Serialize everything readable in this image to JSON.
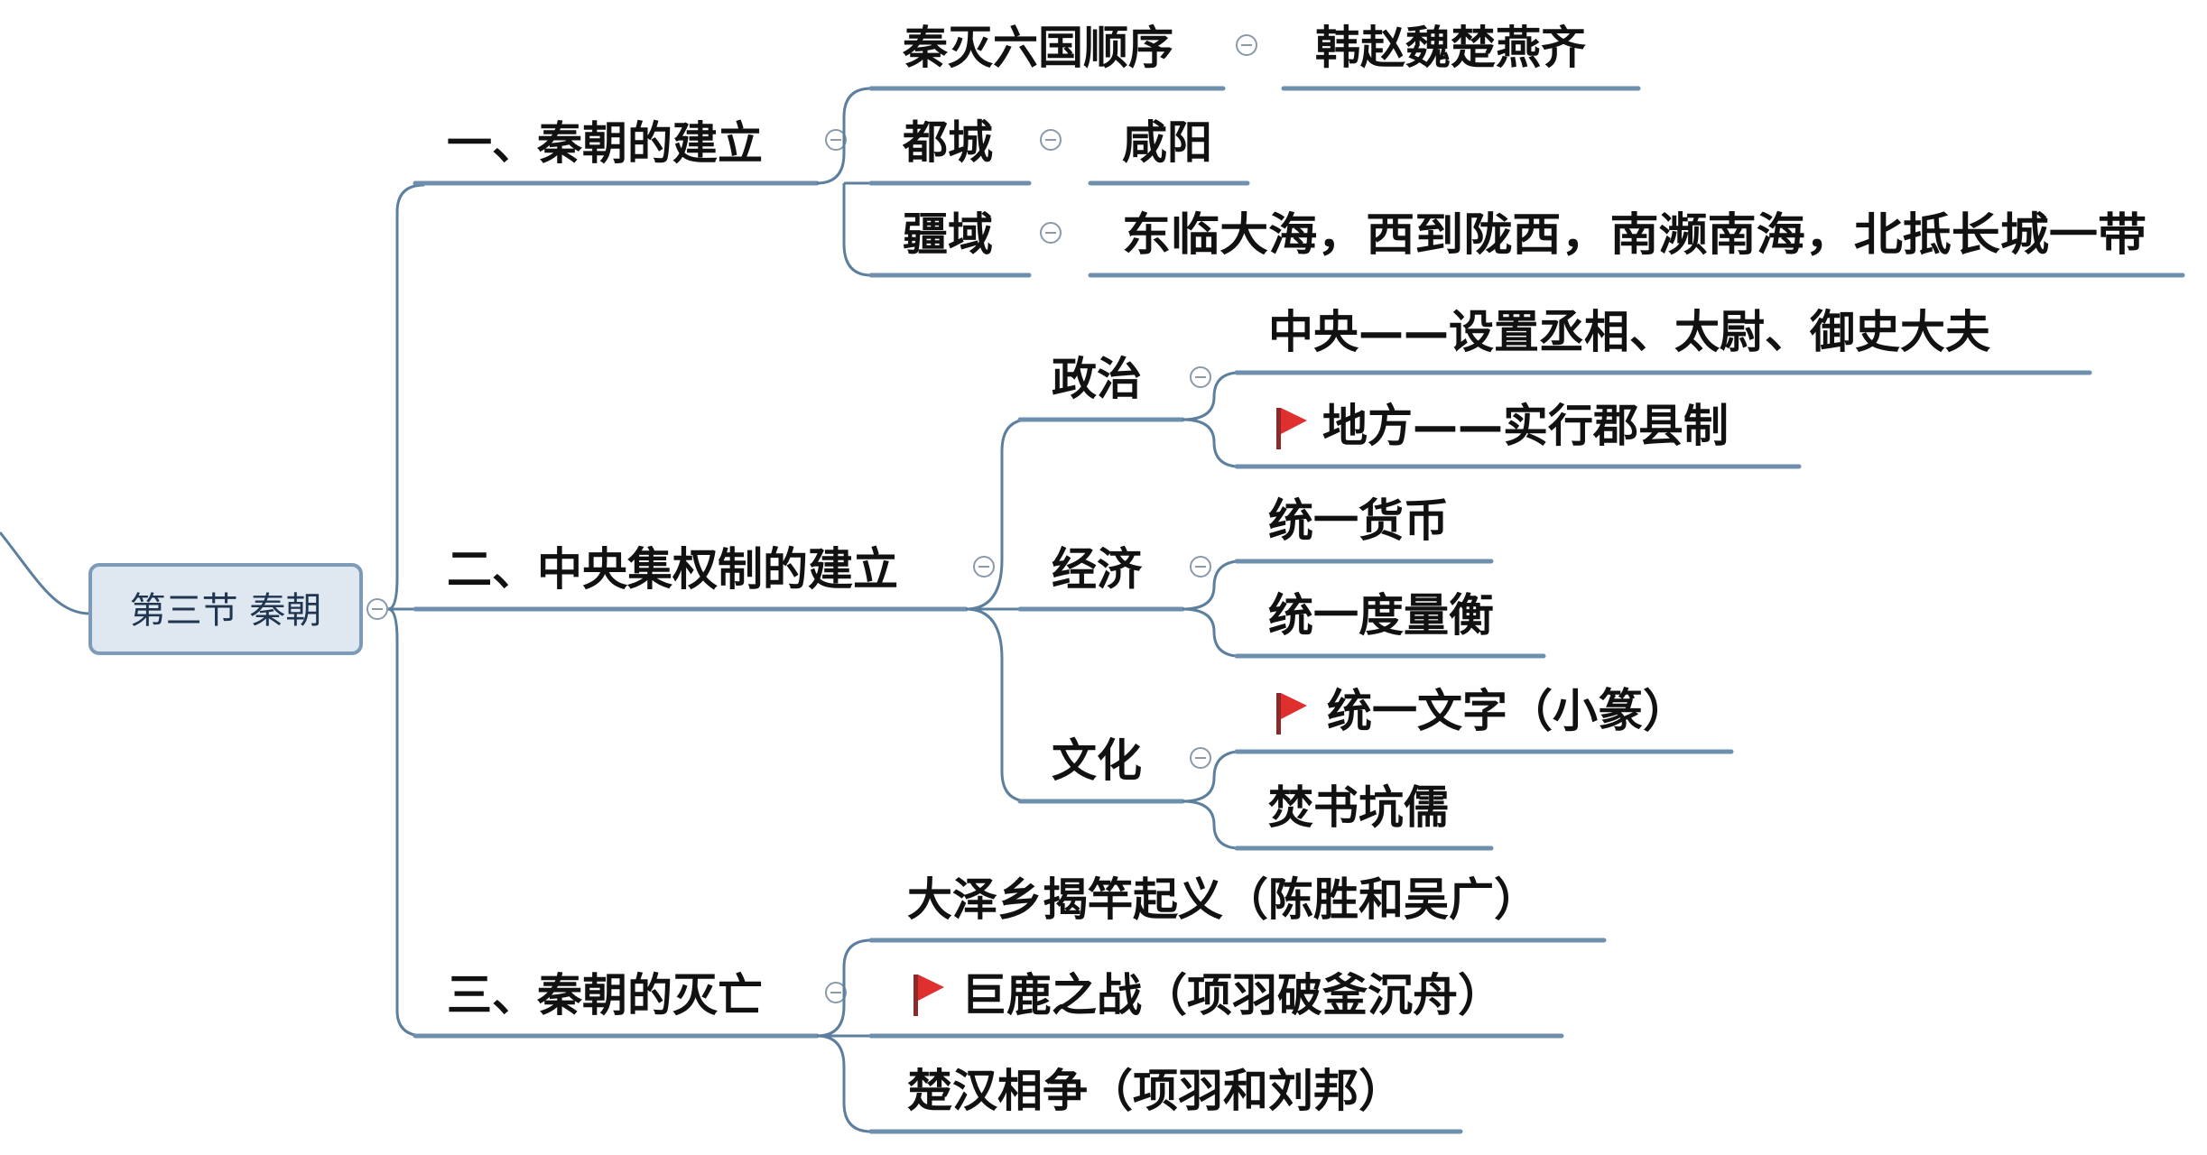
{
  "root": {
    "label": "第三节 秦朝"
  },
  "branches": [
    {
      "label": "一、秦朝的建立",
      "children": [
        {
          "label": "秦灭六国顺序",
          "children": [
            {
              "label": "韩赵魏楚燕齐"
            }
          ]
        },
        {
          "label": "都城",
          "children": [
            {
              "label": "咸阳"
            }
          ]
        },
        {
          "label": "疆域",
          "children": [
            {
              "label": "东临大海，西到陇西，南濒南海，北抵长城一带"
            }
          ]
        }
      ]
    },
    {
      "label": "二、中央集权制的建立",
      "children": [
        {
          "label": "政治",
          "children": [
            {
              "label": "中央——设置丞相、太尉、御史大夫",
              "flag": false
            },
            {
              "label": "地方——实行郡县制",
              "flag": true
            }
          ]
        },
        {
          "label": "经济",
          "children": [
            {
              "label": "统一货币",
              "flag": false
            },
            {
              "label": "统一度量衡",
              "flag": false
            }
          ]
        },
        {
          "label": "文化",
          "children": [
            {
              "label": "统一文字（小篆）",
              "flag": true
            },
            {
              "label": "焚书坑儒",
              "flag": false
            }
          ]
        }
      ]
    },
    {
      "label": "三、秦朝的灭亡",
      "children": [
        {
          "label": "大泽乡揭竿起义（陈胜和吴广）",
          "flag": false
        },
        {
          "label": "巨鹿之战（项羽破釜沉舟）",
          "flag": true
        },
        {
          "label": "楚汉相争（项羽和刘邦）",
          "flag": false
        }
      ]
    }
  ],
  "colors": {
    "connector": "#5d7f9e",
    "underline": "#6f8fae",
    "root_fill": "#dfe8f1",
    "root_border": "#7d9ab6",
    "flag": "#e02f2f"
  },
  "icons": {
    "collapse": "collapse-minus-icon",
    "priority": "red-flag-icon"
  }
}
